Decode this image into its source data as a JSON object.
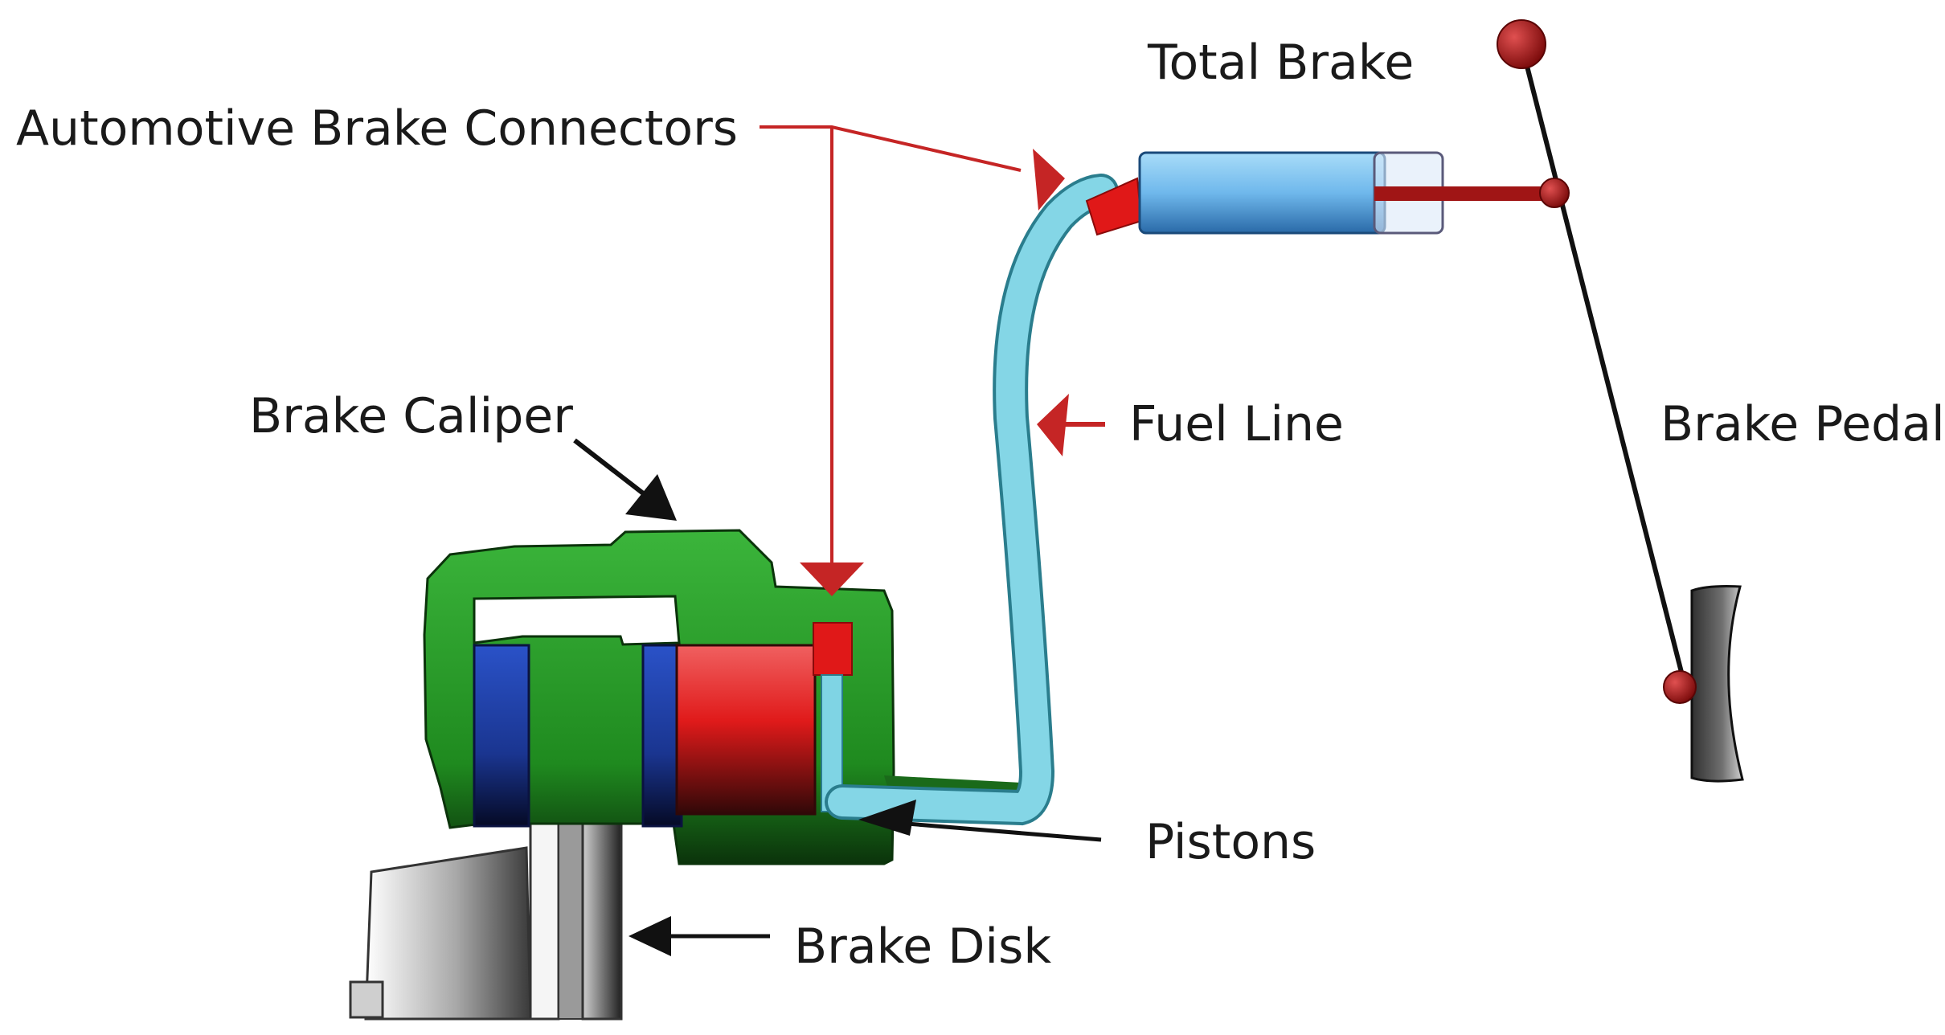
{
  "labels": {
    "automotive_brake_connectors": "Automotive Brake Connectors",
    "total_brake": "Total Brake",
    "brake_caliper": "Brake Caliper",
    "fuel_line": "Fuel Line",
    "brake_pedal": "Brake Pedal",
    "pistons": "Pistons",
    "brake_disk": "Brake Disk"
  },
  "colors": {
    "caliper_green": "#2fa82f",
    "caliper_dark": "#0d3d0d",
    "piston_red": "#e02020",
    "connector_red": "#e01818",
    "pointer_red": "#c52525",
    "brake_line_blue": "#7fd4e4",
    "cylinder_blue": "#6fb8ec",
    "pad_blue": "#1f3fa8",
    "pedal_rod": "#111111",
    "pivot_red": "#a01515",
    "disk_gray": "#9a9a9a"
  }
}
